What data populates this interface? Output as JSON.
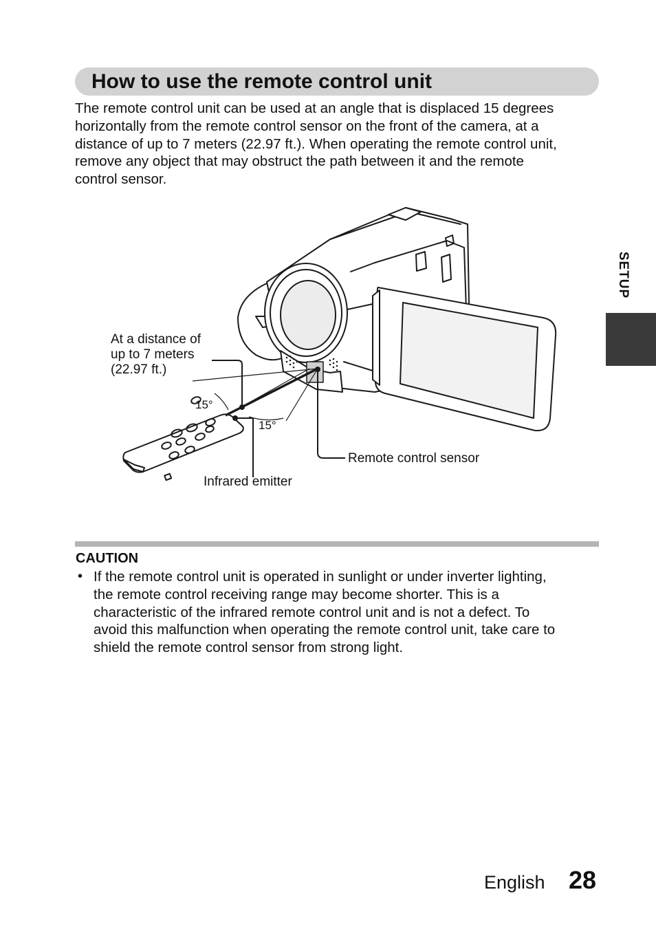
{
  "section": {
    "title": "How to use the remote control unit"
  },
  "intro_lines": [
    "The remote control unit can be used at an angle that is displaced 15 degrees",
    "horizontally from the remote control sensor on the front of the camera, at a",
    "distance of up to 7 meters (22.97 ft.). When operating the remote control unit,",
    "remove any object that may obstruct the path between it and the remote",
    "control sensor."
  ],
  "side_tab": {
    "label": "SETUP"
  },
  "figure": {
    "distance_lines": [
      "At a distance of",
      "up to 7 meters",
      "(22.97 ft.)"
    ],
    "angle_left": "15°",
    "angle_right": "15°",
    "sensor_label": "Remote control sensor",
    "emitter_label": "Infrared emitter"
  },
  "caution": {
    "title": "CAUTION",
    "bullet": "•",
    "lines": [
      "If the remote control unit is operated in sunlight or under inverter lighting,",
      "the remote control receiving range may become shorter. This is a",
      "characteristic of the infrared remote control unit and is not a defect. To",
      "avoid this malfunction when operating the remote control unit, take care to",
      "shield the remote control sensor from strong light."
    ]
  },
  "footer": {
    "language": "English",
    "page_number": "28"
  }
}
